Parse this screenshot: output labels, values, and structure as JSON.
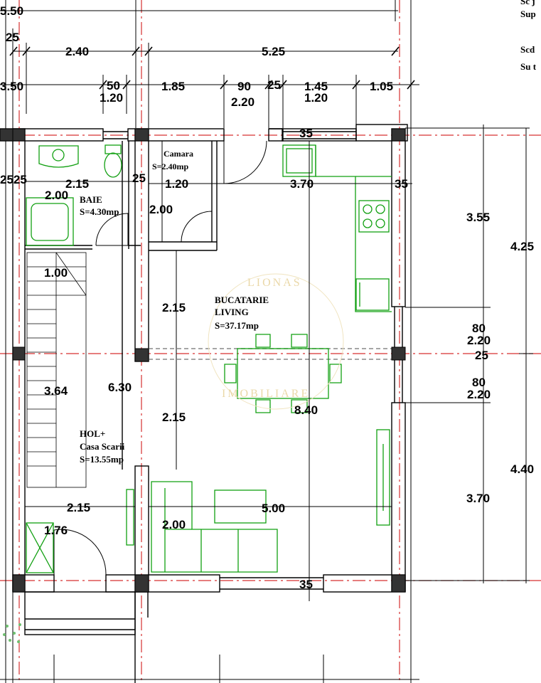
{
  "header": {
    "corner_dim": "5.50",
    "top_right_line1": "Sc j",
    "top_right_line2": "Sup",
    "top_right_line3": "Scd",
    "top_right_line4": "Su t"
  },
  "top_dims": {
    "row1": [
      "25",
      "2.40",
      "5.25"
    ],
    "row2": [
      "3.50",
      "50",
      "1.20",
      "1.85",
      "90",
      "2.20",
      "25",
      "1.45",
      "1.20",
      "1.05"
    ]
  },
  "rooms": {
    "baie": {
      "name": "BAIE",
      "area": "S=4.30mp"
    },
    "camara": {
      "name": "Camara",
      "area": "S=2.40mp"
    },
    "bucatarie": {
      "name_line1": "BUCATARIE",
      "name_line2": "LIVING",
      "area": "S=37.17mp"
    },
    "hol": {
      "name_line1": "HOL+",
      "name_line2": "Casa Scarii",
      "area": "S=13.55mp"
    }
  },
  "interior_dims": {
    "d_2525": "2525",
    "d_215_baie": "2.15",
    "d_200_baie": "2.00",
    "d_25_mid": "25",
    "d_120_camara": "1.20",
    "d_200_camara": "2.00",
    "d_35_top": "35",
    "d_370": "3.70",
    "d_35_right": "35",
    "d_100": "1.00",
    "d_215_a": "2.15",
    "d_364": "3.64",
    "d_630": "6.30",
    "d_215_b": "2.15",
    "d_840": "8.40",
    "d_215_hol": "2.15",
    "d_500": "5.00",
    "d_176": "1.76",
    "d_200_sofa": "2.00",
    "d_35_bottom": "35"
  },
  "right_dims": {
    "d_355": "3.55",
    "d_425": "4.25",
    "d_80_a": "80",
    "d_220_a": "2.20",
    "d_25": "25",
    "d_80_b": "80",
    "d_220_b": "2.20",
    "d_440": "4.40",
    "d_370": "3.70"
  },
  "watermark": {
    "line1": "LIONAS",
    "line2": "IMOBILIARE"
  },
  "colors": {
    "wall": "#000000",
    "fixture": "#12a012",
    "axis": "#d63030",
    "watermark": "#ead8a8"
  }
}
